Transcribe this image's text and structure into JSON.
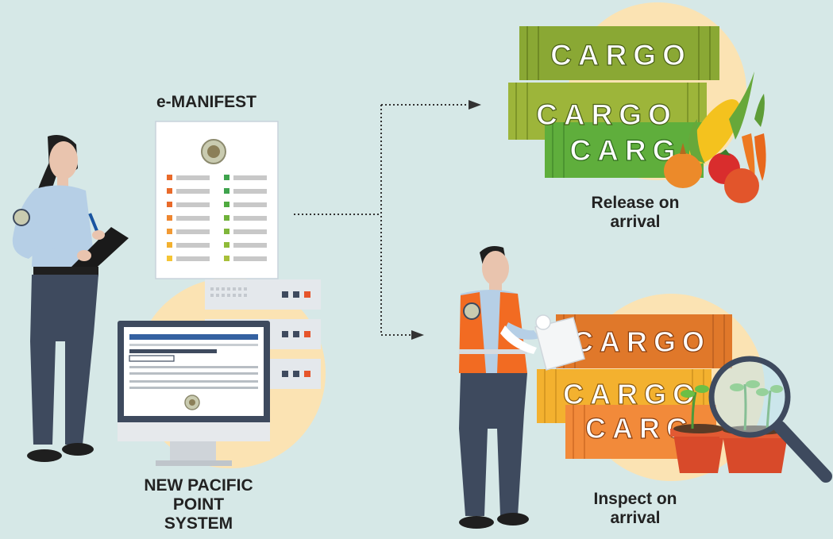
{
  "manifest": {
    "title": "e-MANIFEST"
  },
  "system": {
    "label_lines": [
      "NEW PACIFIC",
      "POINT",
      "SYSTEM"
    ]
  },
  "release": {
    "label_lines": [
      "Release on",
      "arrival"
    ]
  },
  "inspect": {
    "label_lines": [
      "Inspect on",
      "arrival"
    ]
  },
  "containers": {
    "release_texts": [
      "CARGO",
      "CARGO",
      "CARG"
    ],
    "inspect_texts": [
      "CARGO",
      "CARGO",
      "CARG"
    ]
  },
  "colors": {
    "background": "#d6e8e7",
    "highlight_circle": "#fbe3b3",
    "green_dark": "#7a9a2e",
    "green_light": "#5fae3c",
    "orange": "#e0782a",
    "uniform_shirt": "#b6cfe6",
    "uniform_pants": "#3e4a5e",
    "vest": "#f26b22"
  }
}
